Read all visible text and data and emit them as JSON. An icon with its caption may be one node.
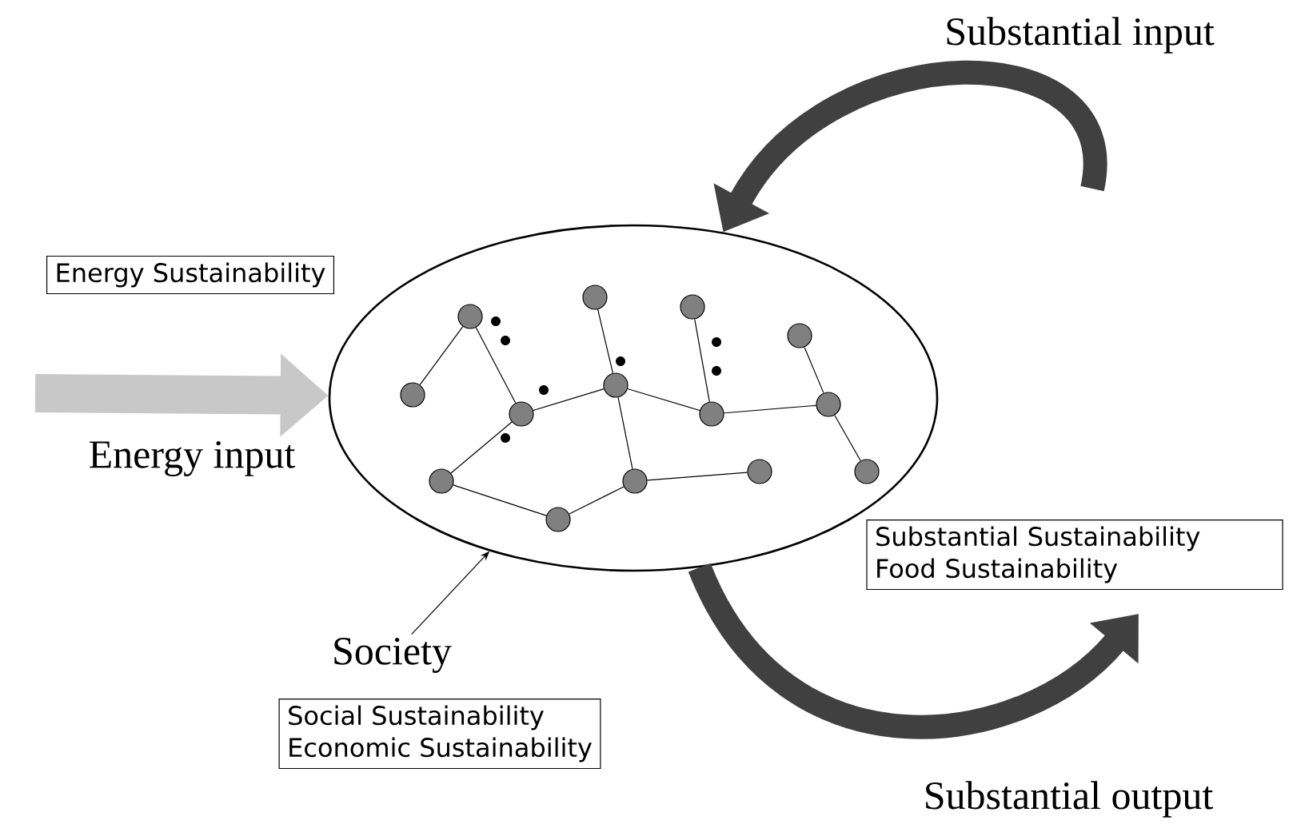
{
  "diagram": {
    "nodes": [
      {
        "text": [
          "Energy Sustainability"
        ]
      },
      {
        "text": [],
        "shape": "ellipse"
      },
      {
        "text": [],
        "shape": "circle",
        "in": 1
      },
      {
        "text": [],
        "shape": "circle",
        "in": 1
      },
      {
        "text": [],
        "shape": "circle",
        "in": 1
      },
      {
        "text": [],
        "shape": "circle",
        "in": 1
      },
      {
        "text": [],
        "shape": "circle",
        "in": 1
      },
      {
        "text": [],
        "shape": "circle",
        "in": 1
      },
      {
        "text": [],
        "shape": "circle",
        "in": 1
      },
      {
        "text": [],
        "shape": "circle",
        "in": 1
      },
      {
        "text": [],
        "shape": "circle",
        "in": 1
      },
      {
        "text": [],
        "shape": "circle",
        "in": 1
      },
      {
        "text": [],
        "shape": "circle",
        "in": 1
      },
      {
        "text": [],
        "shape": "circle",
        "in": 1
      },
      {
        "text": [],
        "shape": "circle",
        "in": 1
      },
      {
        "text": [],
        "shape": "circle",
        "in": 1
      },
      {
        "text": [
          "Substantial Sustainability",
          "Food Sustainability"
        ]
      },
      {
        "text": [
          "Society"
        ]
      },
      {
        "text": [
          "Social Sustainability",
          "Economic Sustainability"
        ]
      }
    ],
    "edges": [
      {
        "from": null,
        "to": 1,
        "arrow": "to",
        "label": "Energy input",
        "style": "thick",
        "color": "#c8c8c8"
      },
      {
        "from": null,
        "to": 1,
        "arrow": "to",
        "label": "Substantial input",
        "style": "thick",
        "color": "#404040"
      },
      {
        "from": 1,
        "to": null,
        "arrow": "to",
        "label": "Substantial output",
        "style": "thick",
        "color": "#404040"
      },
      {
        "from": 17,
        "to": 1,
        "arrow": "to"
      },
      {
        "from": 4,
        "to": 2,
        "arrow": "none"
      },
      {
        "from": 4,
        "to": 5,
        "arrow": "none"
      },
      {
        "from": 5,
        "to": 8,
        "arrow": "none"
      },
      {
        "from": 5,
        "to": 3,
        "arrow": "none"
      },
      {
        "from": 3,
        "to": 6,
        "arrow": "none"
      },
      {
        "from": 6,
        "to": 9,
        "arrow": "none"
      },
      {
        "from": 9,
        "to": 8,
        "arrow": "none"
      },
      {
        "from": 8,
        "to": 7,
        "arrow": "none"
      },
      {
        "from": 8,
        "to": 11,
        "arrow": "none"
      },
      {
        "from": 11,
        "to": 10,
        "arrow": "none"
      },
      {
        "from": 11,
        "to": 14,
        "arrow": "none"
      },
      {
        "from": 14,
        "to": 13,
        "arrow": "none"
      },
      {
        "from": 14,
        "to": 15,
        "arrow": "none"
      },
      {
        "from": 9,
        "to": 12,
        "arrow": "none"
      }
    ]
  }
}
